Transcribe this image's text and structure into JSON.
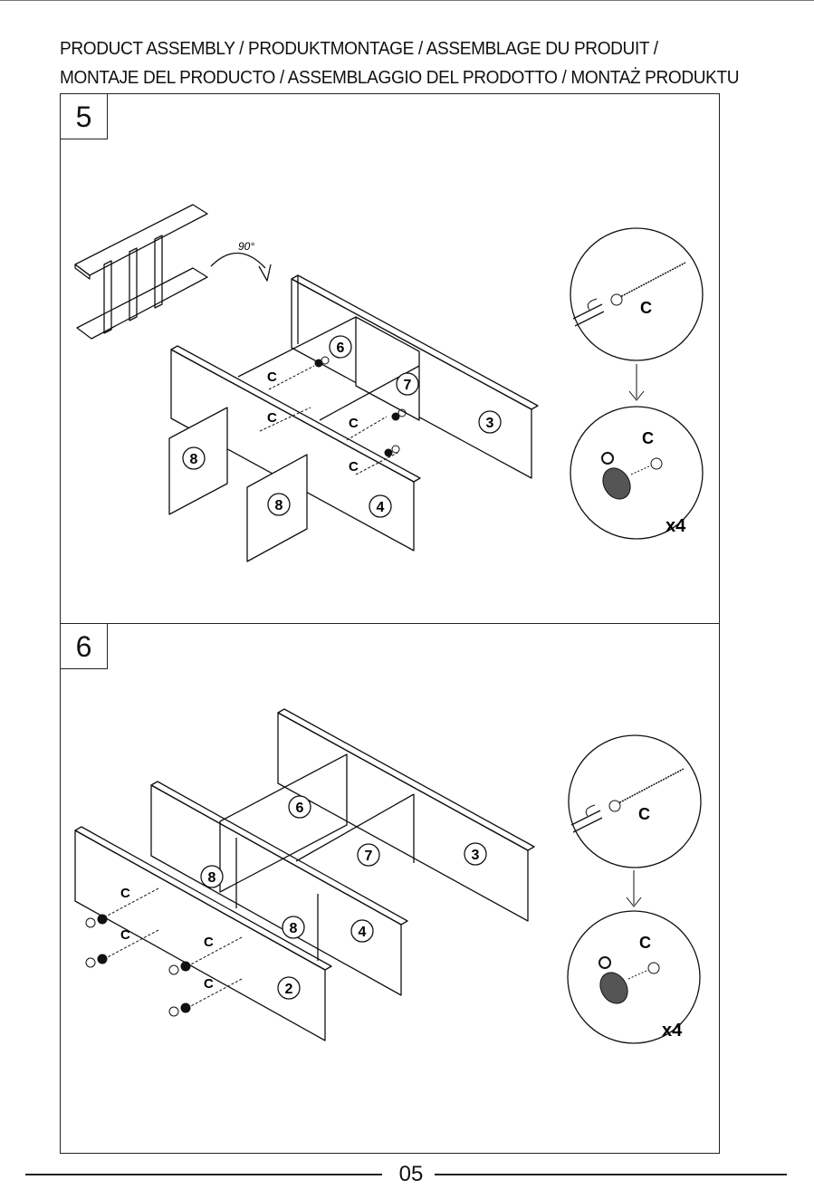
{
  "header": {
    "title_line1": "PRODUCT ASSEMBLY / PRODUKTMONTAGE / ASSEMBLAGE DU PRODUIT /",
    "title_line2": "MONTAJE DEL PRODUCTO / ASSEMBLAGGIO DEL PRODOTTO / MONTAŻ PRODUKTU"
  },
  "steps": [
    {
      "number": "5",
      "rotation_label": "90°",
      "parts": [
        "6",
        "7",
        "3",
        "8",
        "8",
        "4"
      ],
      "hardware_label": "C",
      "detail_label": "C",
      "quantity": "x4"
    },
    {
      "number": "6",
      "parts": [
        "6",
        "7",
        "3",
        "8",
        "8",
        "4",
        "2"
      ],
      "hardware_label": "C",
      "detail_label": "C",
      "quantity": "x4"
    }
  ],
  "footer": {
    "page_number": "05"
  }
}
